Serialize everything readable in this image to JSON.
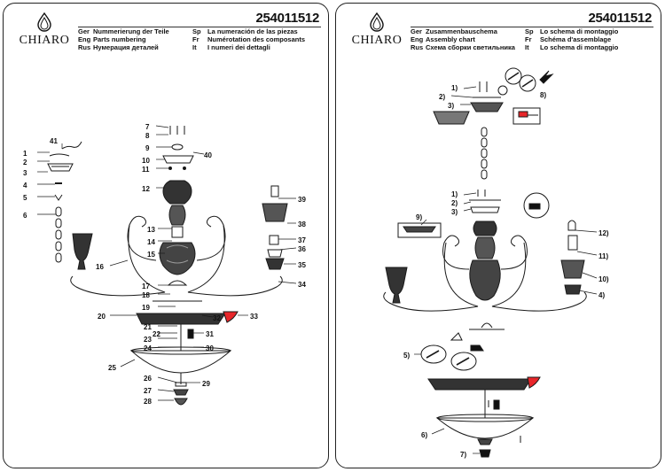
{
  "brand": "CHIARO",
  "doc_number": "254011512",
  "left_sheet": {
    "headers_left": [
      {
        "code": "Ger",
        "text": "Nummerierung der Teile"
      },
      {
        "code": "Eng",
        "text": "Parts numbering"
      },
      {
        "code": "Rus",
        "text": "Нумерация деталей"
      }
    ],
    "headers_right": [
      {
        "code": "Sp",
        "text": "La numeración de las piezas"
      },
      {
        "code": "Fr",
        "text": "Numérotation des composants"
      },
      {
        "code": "It",
        "text": "I numeri dei dettagli"
      }
    ],
    "part_labels": [
      "1",
      "2",
      "3",
      "4",
      "5",
      "6",
      "7",
      "8",
      "9",
      "10",
      "11",
      "12",
      "13",
      "14",
      "15",
      "16",
      "17",
      "18",
      "19",
      "20",
      "21",
      "22",
      "23",
      "24",
      "25",
      "26",
      "27",
      "28",
      "29",
      "30",
      "31",
      "32",
      "33",
      "34",
      "35",
      "36",
      "37",
      "38",
      "39",
      "40",
      "41"
    ]
  },
  "right_sheet": {
    "headers_left": [
      {
        "code": "Ger",
        "text": "Zusammenbauschema"
      },
      {
        "code": "Eng",
        "text": "Assembly chart"
      },
      {
        "code": "Rus",
        "text": "Схема сборки светильника"
      }
    ],
    "headers_right": [
      {
        "code": "Sp",
        "text": "Lo schema di montaggio"
      },
      {
        "code": "Fr",
        "text": "Schéma d'assemblage"
      },
      {
        "code": "It",
        "text": "Lo schema di montaggio"
      }
    ],
    "step_labels": [
      "1)",
      "2)",
      "3)",
      "8)",
      "1)",
      "2)",
      "3)",
      "9)",
      "12)",
      "11)",
      "10)",
      "4)",
      "5)",
      "6)",
      "7)"
    ]
  },
  "colors": {
    "line": "#1a1a1a",
    "accent_red": "#e8262a",
    "dark_fill": "#2a2a2a"
  }
}
